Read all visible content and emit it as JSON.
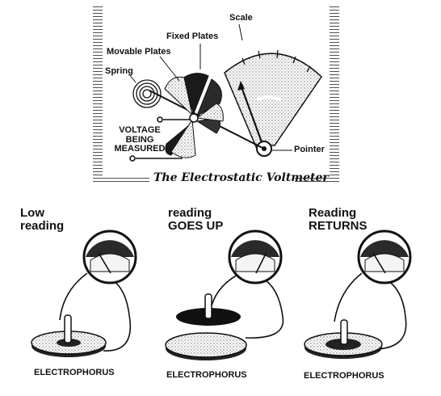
{
  "top_diagram": {
    "title": "The Electrostatic Voltmeter",
    "labels": {
      "scale": "Scale",
      "fixed_plates": "Fixed Plates",
      "movable_plates": "Movable Plates",
      "spring": "Spring",
      "voltage_line1": "VOLTAGE",
      "voltage_line2": "BEING",
      "voltage_line3": "MEASURED",
      "pointer": "Pointer"
    }
  },
  "panels": [
    {
      "heading_line1": "Low",
      "heading_line2": "reading",
      "caption": "ELECTROPHORUS",
      "needle": "low"
    },
    {
      "heading_line1": "reading",
      "heading_line2": "GOES UP",
      "caption": "ELECTROPHORUS",
      "needle": "high"
    },
    {
      "heading_line1": "Reading",
      "heading_line2": "RETURNS",
      "caption": "ELECTROPHORUS",
      "needle": "low"
    }
  ],
  "colors": {
    "ink": "#111111",
    "paper": "#ffffff",
    "stipple": "#8a8a8a"
  }
}
